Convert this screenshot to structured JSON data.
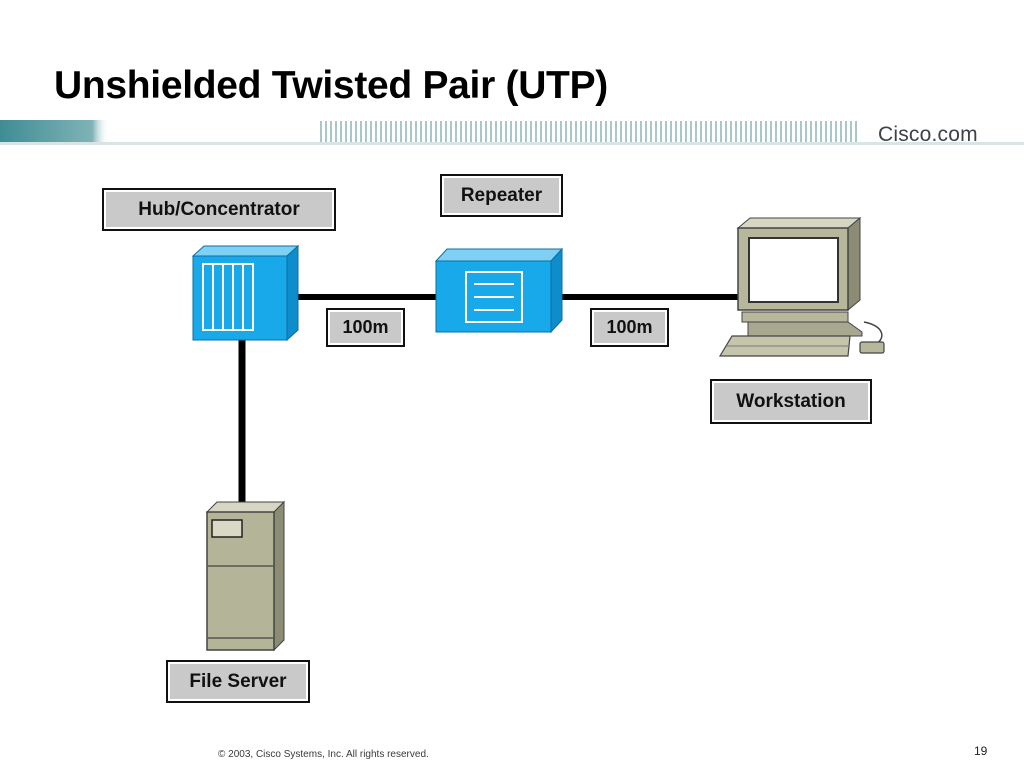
{
  "slide": {
    "title": "Unshielded Twisted Pair (UTP)",
    "brand": "Cisco.com",
    "footer": "© 2003, Cisco Systems, Inc. All rights reserved.",
    "page_number": "19"
  },
  "diagram": {
    "nodes": {
      "hub": "Hub/Concentrator",
      "repeater": "Repeater",
      "workstation": "Workstation",
      "file_server": "File Server"
    },
    "links": {
      "hub_to_repeater": "100m",
      "repeater_to_workstation": "100m"
    }
  },
  "colors": {
    "banner_teal": "#4f9aa0",
    "device_blue": "#14a8e8",
    "device_beige": "#b4b498",
    "cable": "#000000",
    "label_bg": "#c9c9c9"
  }
}
